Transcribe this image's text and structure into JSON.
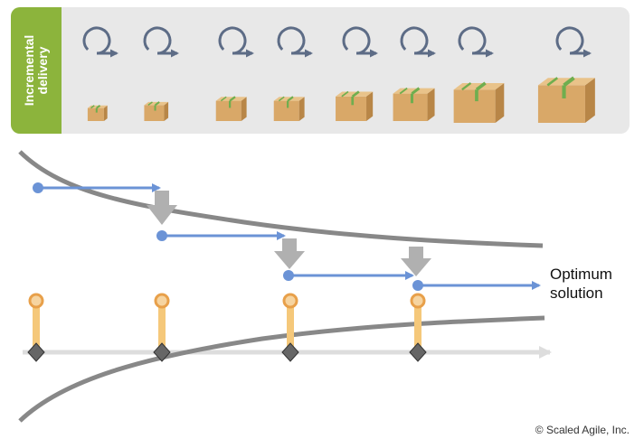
{
  "panel": {
    "tab_label_line1": "Incremental",
    "tab_label_line2": "delivery"
  },
  "iterations": {
    "cycle_icon": "iteration-cycle-icon",
    "box_icon": "delivery-box-icon",
    "cycle_count": 8,
    "box_count": 8
  },
  "diagram": {
    "optimum_label_line1": "Optimum",
    "optimum_label_line2": "solution",
    "milestone_count": 4
  },
  "footer": {
    "copyright": "© Scaled Agile, Inc."
  },
  "colors": {
    "tab_green": "#8cb43c",
    "panel_gray": "#e8e8e8",
    "arrow_blue": "#6b93d6",
    "curve_gray": "#888888",
    "milestone_orange": "#e8a04a",
    "stem_yellow": "#f5c87a",
    "axis_gray": "#dddddd"
  }
}
